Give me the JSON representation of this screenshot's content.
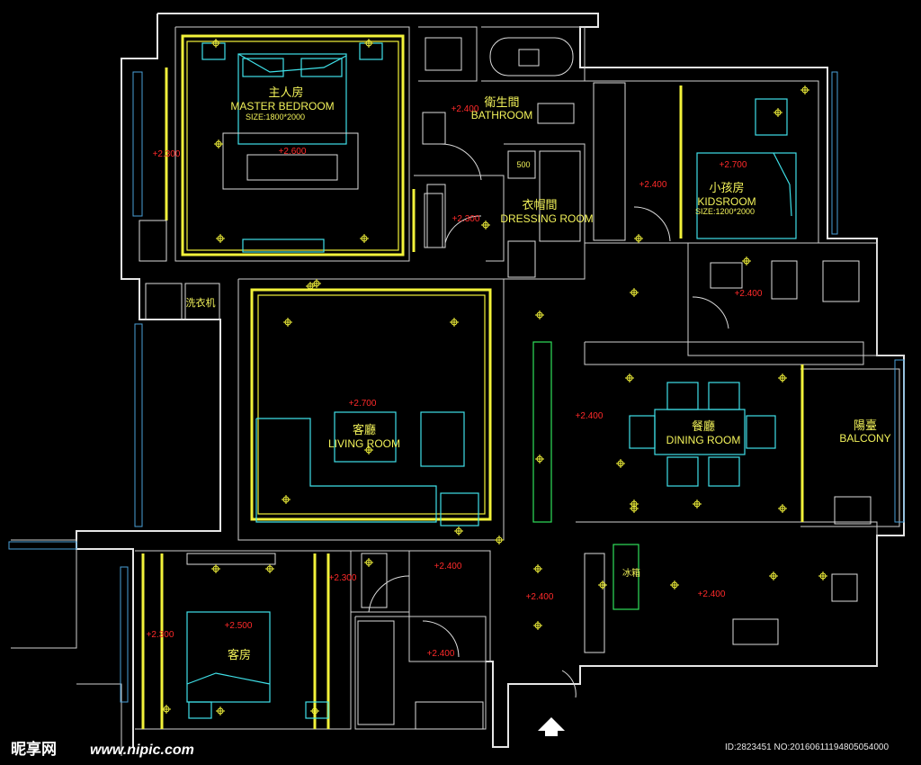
{
  "rooms": {
    "master_bedroom": {
      "cn": "主人房",
      "en": "MASTER BEDROOM",
      "size": "SIZE:1800*2000"
    },
    "bathroom": {
      "cn": "衛生間",
      "en": "BATHROOM"
    },
    "dressing_room": {
      "cn": "衣帽間",
      "en": "DRESSING ROOM",
      "dim": "500"
    },
    "kids_room": {
      "cn": "小孩房",
      "en": "KIDSROOM",
      "size": "SIZE:1200*2000"
    },
    "living_room": {
      "cn": "客廳",
      "en": "LIVING ROOM"
    },
    "dining_room": {
      "cn": "餐廳",
      "en": "DINING ROOM"
    },
    "balcony": {
      "cn": "陽臺",
      "en": "BALCONY"
    },
    "guest_room": {
      "cn": "客房"
    },
    "laundry": {
      "cn": "洗衣机"
    },
    "kitchen_tag": {
      "cn": "冰箱"
    }
  },
  "elevations": {
    "e1": "+2.300",
    "e2": "+2.600",
    "e3": "+2.400",
    "e4": "+2.300",
    "e5": "+2.700",
    "e6": "+2.400",
    "e7": "+2.400",
    "e8": "+2.700",
    "e9": "+2.400",
    "e10": "+2.300",
    "e11": "+2.400",
    "e12": "+2.400",
    "e13": "+2.400",
    "e14": "+2.500",
    "e15": "+2.300",
    "e16": "+2.400"
  },
  "watermark": {
    "logo": "昵享网",
    "url": "www.nipic.com",
    "id": "ID:2823451 NO:20160611194805054000"
  },
  "colors": {
    "background": "#000000",
    "wall": "#e6e6e6",
    "boundary": "#f2f23a",
    "furniture": "#3fe0e8",
    "elevation": "#ff2a2a"
  },
  "icons": {
    "north_arrow": "north-arrow-icon",
    "lamp": "ceiling-lamp-icon"
  }
}
